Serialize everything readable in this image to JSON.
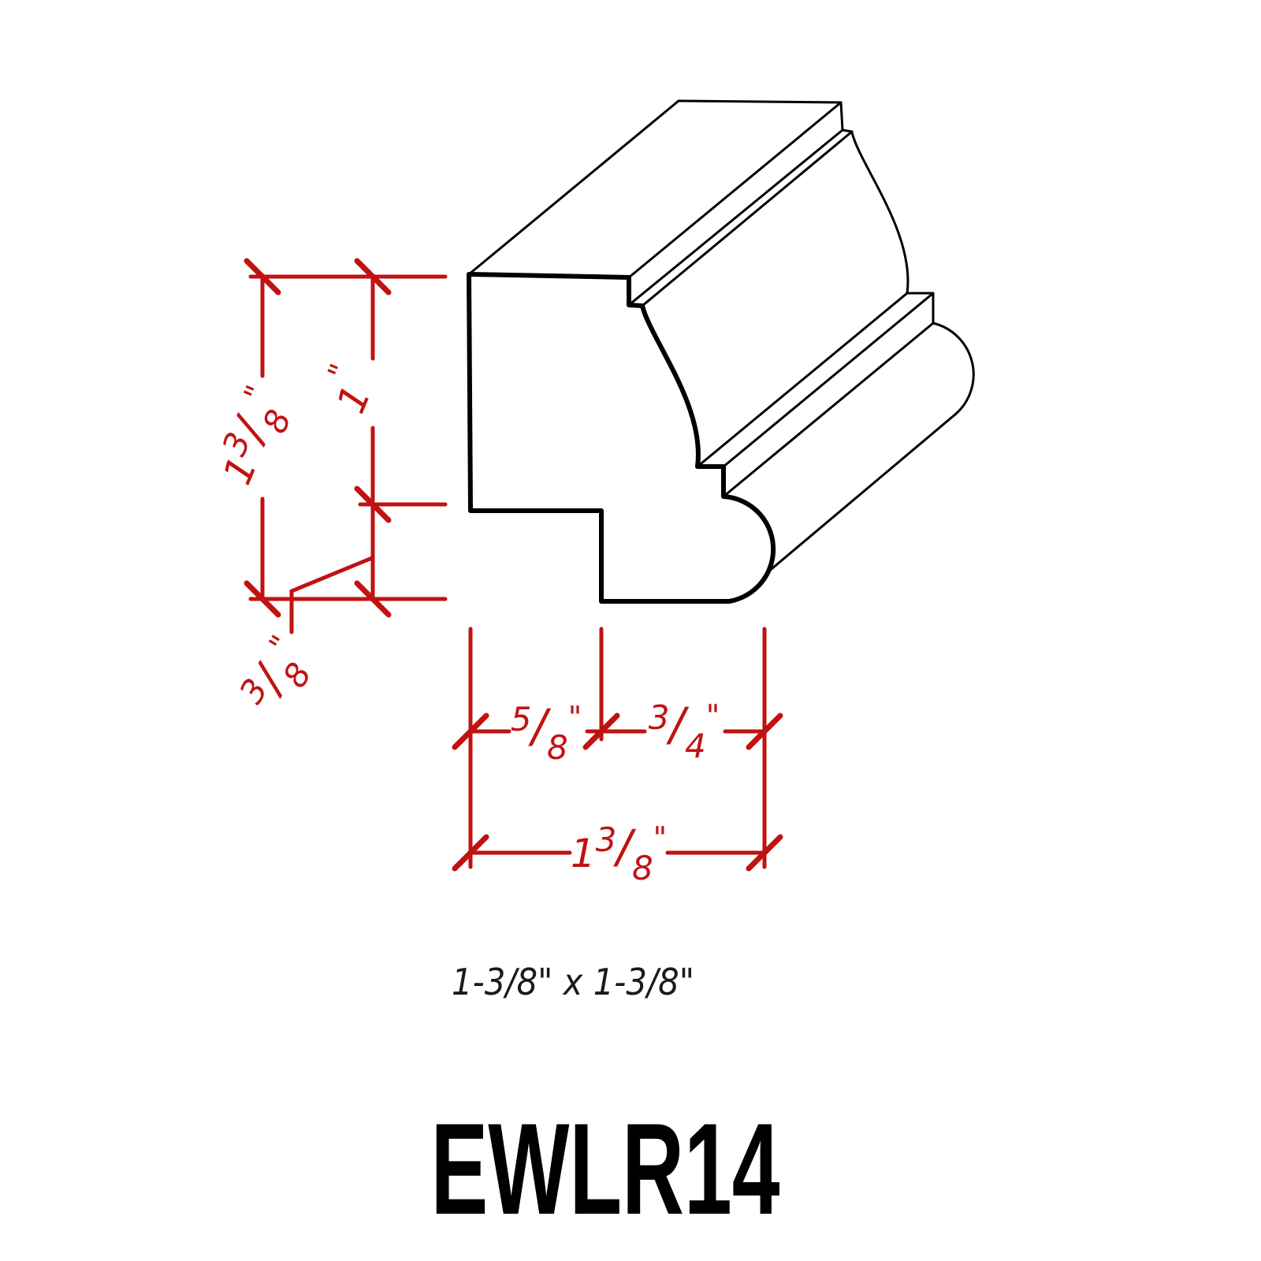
{
  "drawing": {
    "part_number": "EWLR14",
    "size_caption": "1-3/8\" x 1-3/8\"",
    "line_color": "#000000",
    "dimension_color": "#c11212",
    "background_color": "#ffffff",
    "dimensions": {
      "height_overall": {
        "label": "1 3/8\"",
        "whole": "1",
        "numerator": "3",
        "slash": "/",
        "denominator": "8",
        "unit": "\""
      },
      "height_upper": {
        "label": "1\"",
        "whole": "1",
        "unit": "\""
      },
      "height_lower": {
        "label": "3/8\"",
        "numerator": "3",
        "slash": "/",
        "denominator": "8",
        "unit": "\""
      },
      "width_left": {
        "label": "5/8\"",
        "numerator": "5",
        "slash": "/",
        "denominator": "8",
        "unit": "\""
      },
      "width_right": {
        "label": "3/4\"",
        "numerator": "3",
        "slash": "/",
        "denominator": "4",
        "unit": "\""
      },
      "width_overall": {
        "label": "1 3/8\"",
        "whole": "1",
        "numerator": "3",
        "slash": "/",
        "denominator": "8",
        "unit": "\""
      }
    }
  }
}
